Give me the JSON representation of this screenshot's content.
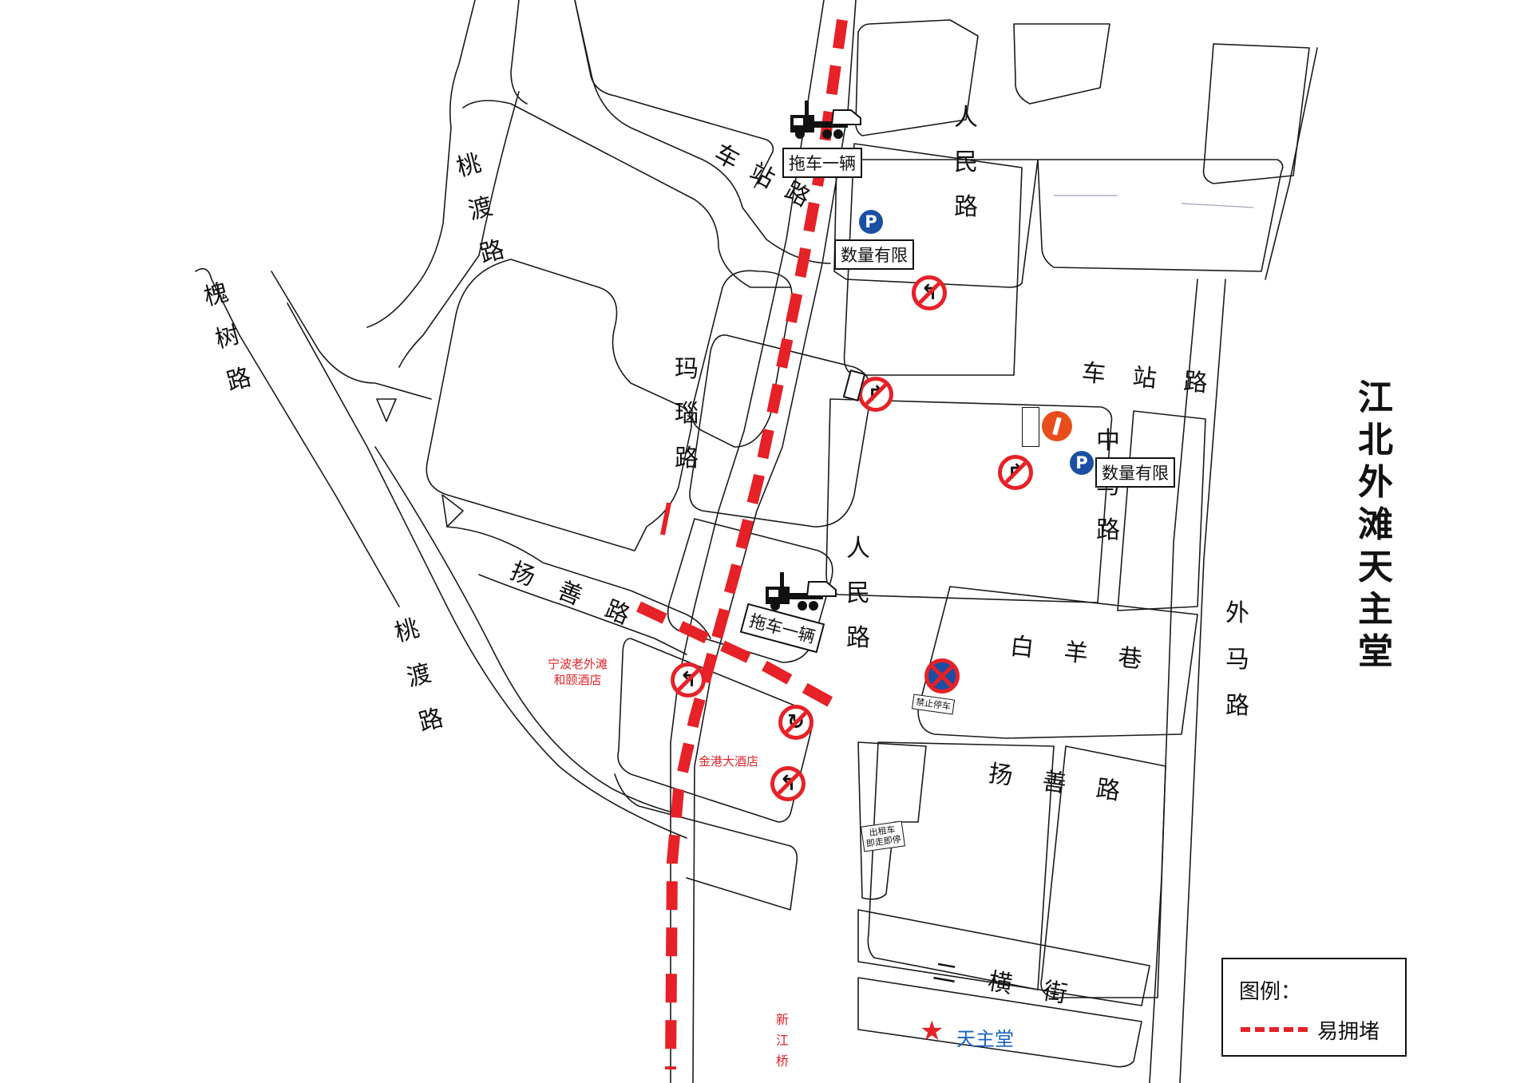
{
  "title": "江北外滩天主堂",
  "roads": {
    "huaishu": "槐树路",
    "taodu_north": "桃渡路",
    "taodu_south": "桃渡路",
    "chezhan_west": "车站路",
    "chezhan_east": "车站路",
    "renmin_north": "人民路",
    "renmin_south": "人民路",
    "malao": "玛瑙路",
    "yangshan_west": "扬善路",
    "yangshan_east": "扬善路",
    "zhongma": "中马路",
    "baiyang": "白羊巷",
    "waima": "外马路",
    "erheng": "二横街",
    "xinjiang_bridge": "新江桥"
  },
  "labels": {
    "tow_truck_north": "拖车一辆",
    "tow_truck_south": "拖车一辆",
    "parking_limited_1": "数量有限",
    "parking_limited_2": "数量有限",
    "parking_symbol": "P",
    "no_parking": "禁止停车",
    "taxi_stop_1": "出租车",
    "taxi_stop_2": "即走即停",
    "hotel_ningbo_1": "宁波老外滩",
    "hotel_ningbo_2": "和颐酒店",
    "hotel_jingang": "金港大酒店",
    "church": "天主堂",
    "legend_title": "图例：",
    "legend_congestion": "易拥堵"
  },
  "colors": {
    "congestion": "#e62127",
    "prohibition": "#e62127",
    "parking": "#1a4fa3",
    "church_text": "#1a63c4"
  },
  "icons": [
    "tow-truck-icon",
    "parking-icon",
    "no-turn-icon",
    "no-right-turn-icon",
    "no-left-turn-icon",
    "no-u-turn-icon",
    "no-parking-icon",
    "no-entry-icon",
    "star-icon"
  ]
}
